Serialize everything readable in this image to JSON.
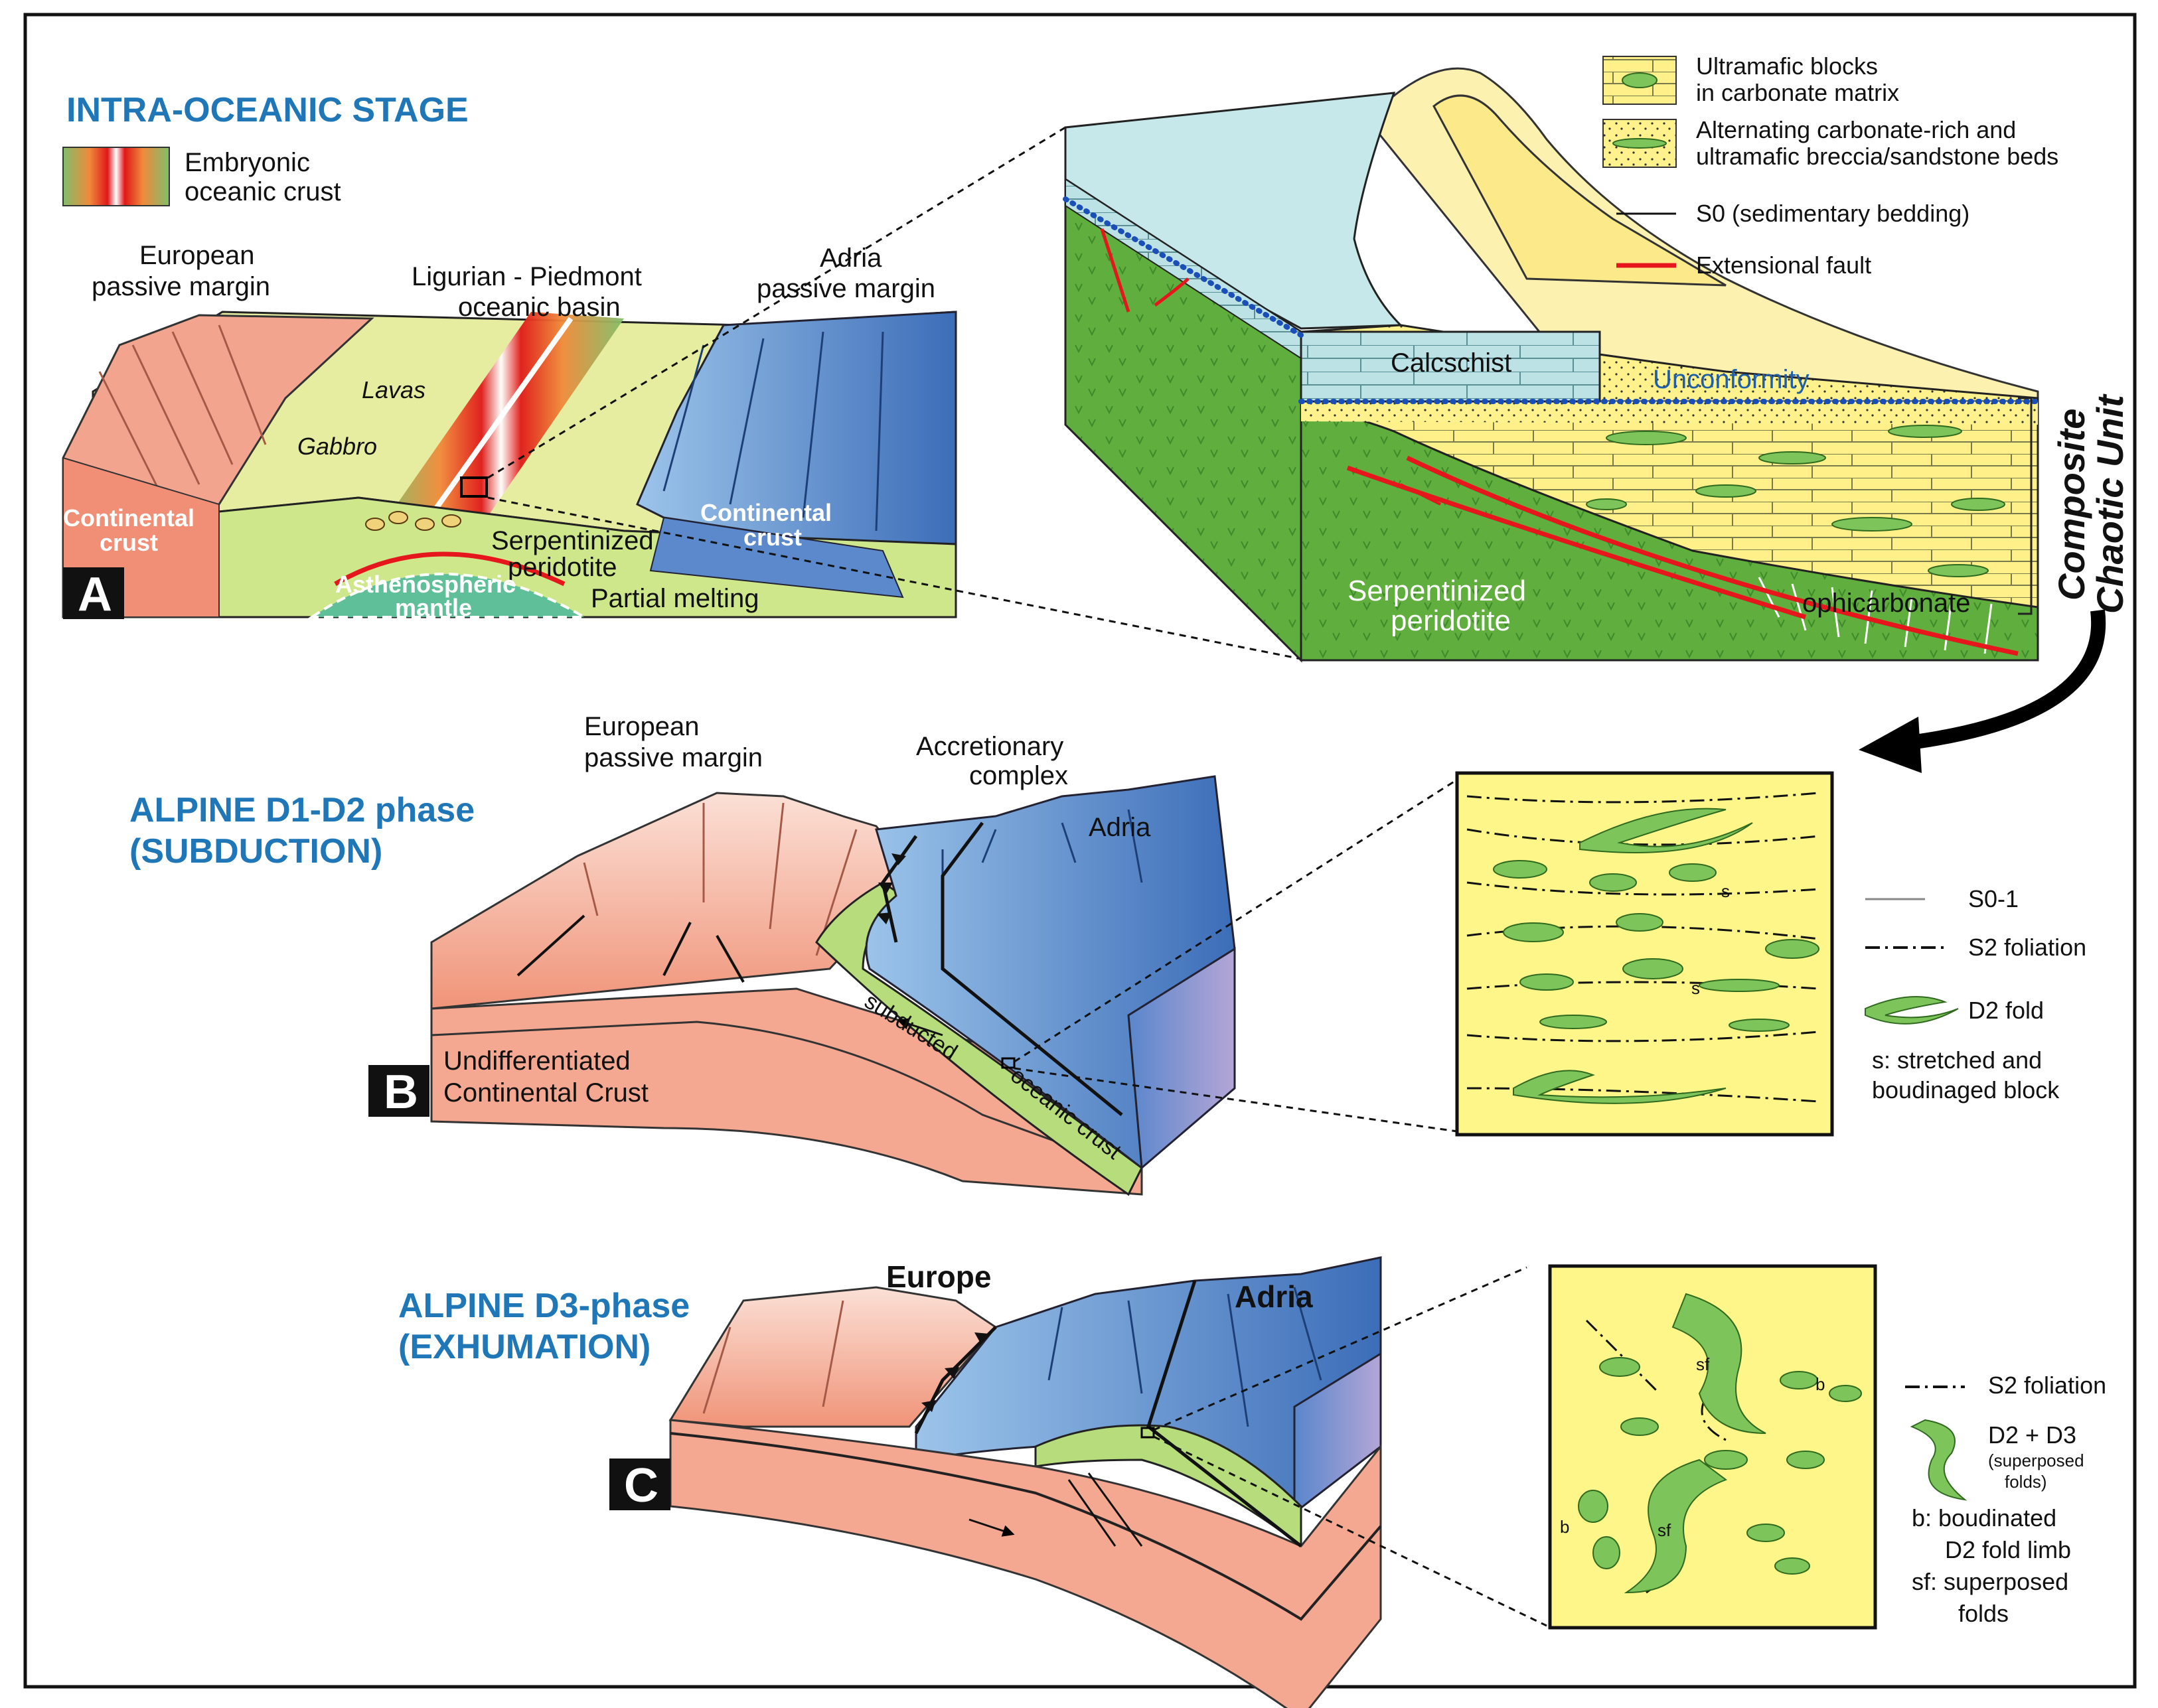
{
  "stages": {
    "a": "INTRA-OCEANIC STAGE",
    "b_line1": "ALPINE D1-D2 phase",
    "b_line2": "(SUBDUCTION)",
    "c_line1": "ALPINE D3-phase",
    "c_line2": "(EXHUMATION)"
  },
  "panel_letters": {
    "a": "A",
    "b": "B",
    "c": "C"
  },
  "panel_a": {
    "legend_line1": "Embryonic",
    "legend_line2": "oceanic crust",
    "european_line1": "European",
    "european_line2": "passive margin",
    "basin_line1": "Ligurian - Piedmont",
    "basin_line2": "oceanic basin",
    "adria_line1": "Adria",
    "adria_line2": "passive margin",
    "lavas": "Lavas",
    "gabbro": "Gabbro",
    "cont_left_line1": "Continental",
    "cont_left_line2": "crust",
    "cont_right_line1": "Continental",
    "cont_right_line2": "crust",
    "serp_line1": "Serpentinized",
    "serp_line2": "peridotite",
    "partial_melting": "Partial melting",
    "asth_line1": "Asthenospheric",
    "asth_line2": "mantle"
  },
  "detail": {
    "calcschist": "Calcschist",
    "unconformity": "Unconformity",
    "serp_line1": "Serpentinized",
    "serp_line2": "peridotite",
    "ophicarbonate": "ophicarbonate",
    "side_line1": "Composite",
    "side_line2": "Chaotic Unit"
  },
  "legend_top": {
    "item1_line1": "Ultramafic blocks",
    "item1_line2": "in carbonate matrix",
    "item2_line1": "Alternating carbonate-rich and",
    "item2_line2": "ultramafic breccia/sandstone beds",
    "item3": "S0 (sedimentary bedding)",
    "item4": "Extensional fault"
  },
  "panel_b": {
    "european_line1": "European",
    "european_line2": "passive margin",
    "accretionary_line1": "Accretionary",
    "accretionary_line2": "complex",
    "adria": "Adria",
    "undiff_line1": "Undifferentiated",
    "undiff_line2": "Continental Crust",
    "subducted": "subducted",
    "oceanic_crust": "oceanic crust",
    "s_label_1": "s",
    "s_label_2": "s"
  },
  "legend_b": {
    "item1": "S0-1",
    "item2": "S2 foliation",
    "item3": "D2 fold",
    "item4_line1": "s: stretched and",
    "item4_line2": "boudinaged block"
  },
  "panel_c": {
    "europe": "Europe",
    "adria": "Adria",
    "sf_1": "sf",
    "sf_2": "sf",
    "b_1": "b",
    "b_2": "b"
  },
  "legend_c": {
    "item1": "S2 foliation",
    "item2": "D2 + D3",
    "item2_sub1": "(superposed",
    "item2_sub2": "folds)",
    "item3_line1": "b: boudinated",
    "item3_line2": "D2 fold limb",
    "item4_line1": "sf: superposed",
    "item4_line2": "folds"
  },
  "colors": {
    "continental": "#f2a48f",
    "adria": "#4f7fc4",
    "oceanic_green": "#6fba4a",
    "carbonate_yellow": "#fff08a",
    "calcschist": "#bfe3e6",
    "red_fault": "#e5161c",
    "stage_blue": "#1f77b8"
  }
}
